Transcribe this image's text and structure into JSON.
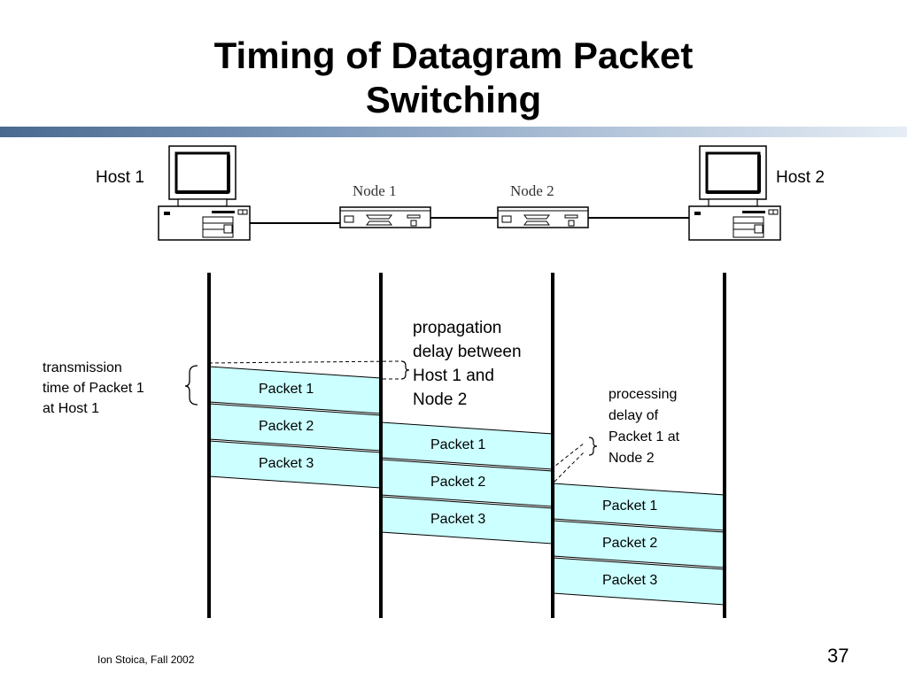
{
  "title": {
    "line1": "Timing of Datagram Packet",
    "line2": "Switching"
  },
  "network": {
    "host1_label": "Host 1",
    "host2_label": "Host 2",
    "node1_label": "Node 1",
    "node2_label": "Node 2"
  },
  "annotations": {
    "transmission": [
      "transmission",
      "time of Packet 1",
      "at Host 1"
    ],
    "propagation": [
      "propagation",
      "delay between",
      "Host 1 and",
      "Node 2"
    ],
    "processing": [
      "processing",
      "delay of",
      "Packet 1 at",
      "Node 2"
    ]
  },
  "packets": {
    "host1_to_node1": [
      "Packet 1",
      "Packet 2",
      "Packet 3"
    ],
    "node1_to_node2": [
      "Packet 1",
      "Packet 2",
      "Packet 3"
    ],
    "node2_to_host2": [
      "Packet 1",
      "Packet 2",
      "Packet 3"
    ]
  },
  "colors": {
    "packet_fill": "#ccffff",
    "title_bar_start": "#4a6a8f"
  },
  "footer": {
    "author": "Ion Stoica, Fall 2002",
    "page": "37"
  }
}
